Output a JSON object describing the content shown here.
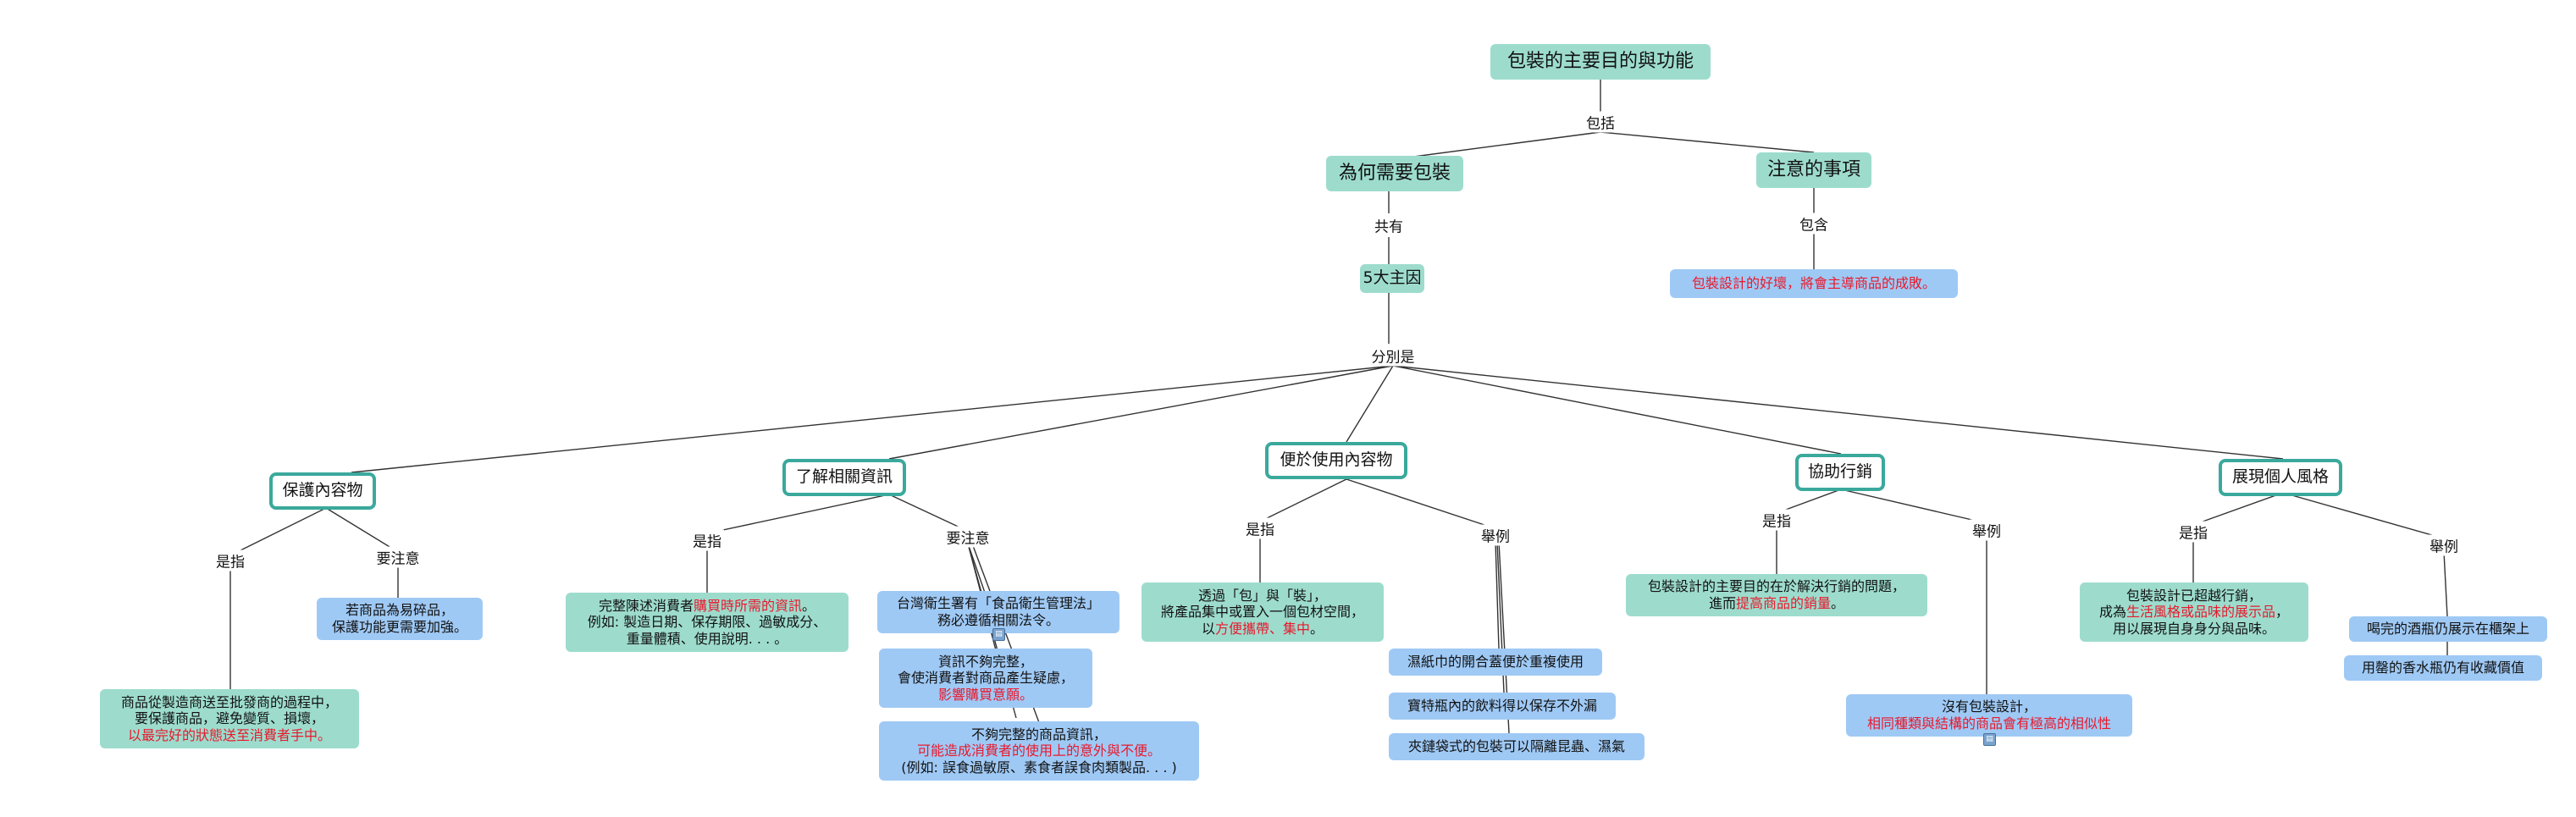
{
  "root": {
    "title": "包裝的主要目的與功能"
  },
  "link_root": "包括",
  "why": {
    "title": "為何需要包裝",
    "link": "共有",
    "five": "5大主因",
    "link_split": "分別是"
  },
  "notes": {
    "title": "注意的事項",
    "link": "包含",
    "item": "包裝設計的好壞，將會主導商品的成敗。"
  },
  "protect": {
    "title": "保護內容物",
    "link_refer": "是指",
    "link_note": "要注意",
    "desc_line1": "商品從製造商送至批發商的過程中，",
    "desc_line2": "要保護商品，避免變質、損壞，",
    "desc_line3": "以最完好的狀態送至消費者手中。",
    "note_line1": "若商品為易碎品，",
    "note_line2": "保護功能更需要加強。"
  },
  "info": {
    "title": "了解相關資訊",
    "link_refer": "是指",
    "link_note": "要注意",
    "desc_pre": "完整陳述消費者",
    "desc_red": "購買時所需的資訊",
    "desc_post": "。",
    "desc_line2": "例如: 製造日期、保存期限、過敏成分、",
    "desc_line3": "重量體積、使用說明. . . 。",
    "n1_line1": "台灣衛生署有「食品衛生管理法」",
    "n1_line2": "務必遵循相關法令。",
    "n2_line1": "資訊不夠完整，",
    "n2_line2": "會使消費者對商品產生疑慮，",
    "n2_line3": "影響購買意願。",
    "n3_line1": "不夠完整的商品資訊，",
    "n3_line2": "可能造成消費者的使用上的意外與不便。",
    "n3_line3": "(例如: 誤食過敏原、素食者誤食肉類製品. . . )"
  },
  "convenient": {
    "title": "便於使用內容物",
    "link_refer": "是指",
    "link_example": "舉例",
    "desc_line1": "透過「包」與「裝」，",
    "desc_line2": "將產品集中或置入一個包材空間，",
    "desc_pre3": "以",
    "desc_red3": "方便攜帶、集中",
    "desc_post3": "。",
    "ex1": "濕紙巾的開合蓋便於重複使用",
    "ex2": "寶特瓶內的飲料得以保存不外漏",
    "ex3": "夾鏈袋式的包裝可以隔離昆蟲、濕氣"
  },
  "sales": {
    "title": "協助行銷",
    "link_refer": "是指",
    "link_example": "舉例",
    "desc_line1": "包裝設計的主要目的在於解決行銷的問題，",
    "desc_pre2": "進而",
    "desc_red2": "提高商品的銷量",
    "desc_post2": "。",
    "ex_line1": "沒有包裝設計，",
    "ex_line2": "相同種類與結構的商品會有極高的相似性"
  },
  "style": {
    "title": "展現個人風格",
    "link_refer": "是指",
    "link_example": "舉例",
    "desc_line1": "包裝設計已超越行銷，",
    "desc_pre2": "成為",
    "desc_red2": "生活風格或品味的展示品",
    "desc_post2": "，",
    "desc_line3": "用以展現自身身分與品味。",
    "ex1": "喝完的酒瓶仍展示在櫃架上",
    "ex2": "用罄的香水瓶仍有收藏價值"
  },
  "colors": {
    "teal": "#9ddccd",
    "blue": "#9fc9f5",
    "outline": "#3aa99c",
    "highlight": "#e8192c"
  },
  "icons": [
    "note-marker-icon"
  ]
}
